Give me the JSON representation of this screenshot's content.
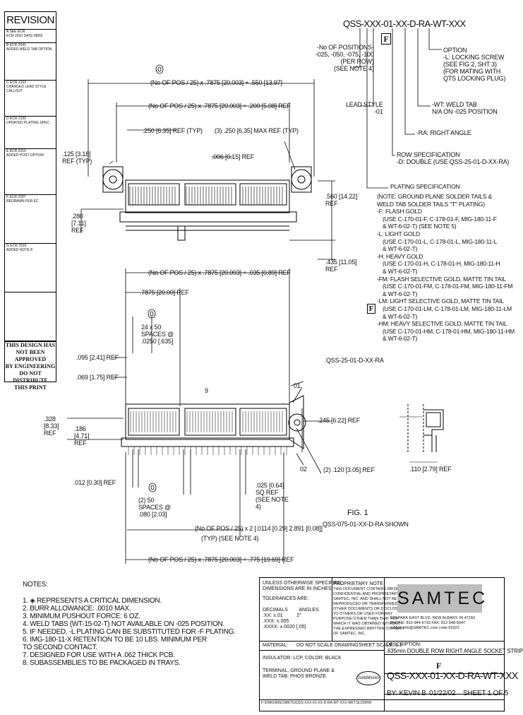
{
  "revision": {
    "title": "REVISION",
    "rows": [
      "A  SEE ECR",
      "ECR 2023  DATE 08/02",
      "B  ECR 2041",
      "ADDED WELD TAB OPTION",
      "C  ECR 2103",
      "CHANGED LEAD STYLE CALLOUT",
      "D  ECR 2155",
      "UPDATED PLATING SPEC",
      "E  ECR 2210",
      "ADDED POST OPTION",
      "F  ECR 2287",
      "REDRAWN PER EC",
      "G  ECR 2310",
      "ADDED NOTE 8"
    ],
    "disclaimer": [
      "THIS DESIGN HAS",
      "NOT BEEN APPROVED",
      "BY ENGINEERING",
      "DO NOT DISTRIBUTE",
      "THIS PRINT"
    ]
  },
  "part_number": {
    "code": "QSS-XXX-01-XX-D-RA-WT-XXX",
    "rev_flag": "F",
    "positions_label": [
      "-No OF POSITIONS-",
      "-025, -050, -075, -100",
      "(PER ROW)",
      "(SEE NOTE 4)"
    ],
    "lead_style": [
      "LEAD STYLE",
      "-01"
    ],
    "option": [
      "OPTION",
      "-L: LOCKING SCREW",
      "(SEE FIG 2, SHT 3)",
      "(FOR MATING WITH",
      "QTS LOCKING PLUG)"
    ],
    "wt": [
      "-WT: WELD TAB",
      "N/A ON -025 POSITION"
    ],
    "ra": [
      "-RA: RIGHT ANGLE"
    ],
    "row_spec": [
      "ROW SPECIFICATION",
      "-D: DOUBLE (USE QSS-25-01-D-XX-RA)"
    ],
    "plating": [
      "PLATING SPECIFICATION",
      "(NOTE: GROUND PLANE SOLDER TAILS &",
      "WELD TAB SOLDER TAILS \"T\" PLATING)",
      "-F: FLASH GOLD",
      "(USE C-170-01-F, C-178-01-F, MIG-180-11-F",
      "& WT-6-02-T) (SEE NOTE 5)",
      "-L: LIGHT GOLD",
      "(USE C-170-01-L, C-178-01-L, MIG-180-11-L",
      "& WT-6-02-T)",
      "-H: HEAVY GOLD",
      "(USE C-170-01-H, C-178-01-H, MIG-180-11-H",
      "& WT-6-02-T)",
      "-FM: FLASH SELECTIVE GOLD, MATTE TIN TAIL",
      "(USE C-170-01-FM, C-178-01-FM, MIG-180-11-FM",
      "& WT-6-02-T)",
      "-LM: LIGHT SELECTIVE GOLD, MATTE TIN TAIL",
      "(USE C-170-01-LM, C-178-01-LM, MIG-180-11-LM",
      "& WT-6-02-T)",
      "-HM: HEAVY SELECTIVE GOLD, MATTE TIN TAIL",
      "(USE C-170-01-HM, C-178-01-HM, MIG-180-11-HM",
      "& WT-6-02-T)"
    ]
  },
  "dims_top": {
    "d1": "(No OF POS / 25) x .7875 [20.003] + .550 [13.97]",
    "d2": "(No OF POS / 25) x .7875 [20.003] + .200 [5.08] REF",
    "d3": ".250 [6.35] REF (TYP)",
    "d4": "(3) .250 [6.35] MAX REF (TYP)",
    "d5": ".125 [3.18] REF (TYP)",
    "d6": ".006 [0.15] REF",
    "d7": ".280 [7.11] REF",
    "d8": ".560 [14.22] REF",
    "d9": ".435 [11.05] REF"
  },
  "dims_mid": {
    "d1": "(No OF POS / 25) x .7875 [20.003] + .035 [0.89] REF",
    "d2": ".7875 [20.00] REF",
    "d3": "24 x 50 SPACES @ .0250 [.635]",
    "d4": ".095 [2.41] REF",
    "d5": ".069 [1.75] REF",
    "d6": ".328 [8.33] REF",
    "d7": ".186 [4.71] REF",
    "d8": ".245 [6.22] REF",
    "d9": "(2) .120 [3.05] REF",
    "d10": ".110 [2.79] REF",
    "d11": ".012 [0.30] REF",
    "d12": ".025 [0.64] SQ REF (SEE NOTE 4)",
    "d13": "(2) 50 SPACES @ .080 [2.03]",
    "d14": "(No OF POS / 25) x 2 [.0114 [0.29] 2.891 [0.08]]",
    "d15": "(TYP) (SEE NOTE 4)",
    "d16": "(No OF POS / 25) x .7875 [20.003] + .775 [19.69] REF",
    "callout": "QSS-25-01-D-XX-RA",
    "fig": "FIG. 1",
    "fig_sub": "QSS-075-01-XX-D-RA SHOWN",
    "label_1": "01",
    "label_2": "02",
    "label_9": "9"
  },
  "notes": {
    "title": "NOTES:",
    "items": [
      "1.  ◈ REPRESENTS A CRITICAL DIMENSION.",
      "2.  BURR ALLOWANCE: .0010 MAX.",
      "3.  MINIMUM PUSHOUT FORCE: 6 OZ.",
      "4.  WELD TABS (WT-15-02-T) NOT AVAILABLE ON -025 POSITION.",
      "5.  IF NEEDED, -L PLATING CAN BE SUBSTITUTED FOR -F PLATING.",
      "6.  IMG-180-11-X RETENTION TO BE 10 LBS. MINIMUM PER",
      "     TO SECOND CONTACT.",
      "7.  DESIGNED FOR USE WITH A .062 THICK PCB.",
      "8.  SUBASSEMBLIES TO BE PACKAGED IN TRAYS."
    ]
  },
  "titleblock": {
    "unless": [
      "UNLESS OTHERWISE SPECIFIED,",
      "DIMENSIONS ARE IN INCHES.",
      "TOLERANCES ARE:"
    ],
    "decimals": [
      "DECIMALS",
      "ANGLES",
      ".XX: ±.01",
      ".XXX: ±.005",
      ".XXXX: ±.0020 [.05]",
      "2°"
    ],
    "proprietary": [
      "PROPRIETARY NOTE",
      "THIS DOCUMENT CONTAINS INFORMATION",
      "CONFIDENTIAL AND PROPRIETARY TO",
      "SAMTEC, INC. AND SHALL NOT BE",
      "REPRODUCED OR TRANSFERRED TO",
      "OTHER DOCUMENTS OR DISCLOSED",
      "TO OTHERS OR USED FOR ANY",
      "PURPOSE OTHER THAN THAT FOR",
      "WHICH IT WAS OBTAINED WITHOUT",
      "THE EXPRESSED WRITTEN CONSENT",
      "OF SAMTEC, INC."
    ],
    "brand": "SAMTEC",
    "address": [
      "520 PARK EAST BLVD, NEW ALBANY, IN 47150",
      "PHONE: 812-944-6733  FAX: 812-948-5047",
      "e-Mail: info@SAMTEC.com  code 55322"
    ],
    "description_label": "DESCRIPTION:",
    "description": ".635mm DOUBLE ROW RIGHT ANGLE SOCKET STRIP",
    "material_label": "MATERIAL:",
    "material": [
      "INSULATOR: LCP, COLOR: BLACK",
      "TERMINAL, GROUND PLANE &",
      "WELD TAB: PHOS BRONZE"
    ],
    "scale": "DO NOT SCALE DRAWING",
    "sheet_scale": "SHEET SCALE: 1:1",
    "revision": "F",
    "part": "QSS-XXX-01-XX-D-RA-WT-XXX",
    "by": "BY: KEVIN B",
    "date": "01/22/02",
    "sheet": "SHEET 1 OF 5",
    "footer": "F:\\DWG\\MISC\\MKTG\\QSS-XXX-01-XX-D-RA-WT-XXX-MKT.SLDDRW",
    "solidworks": "SolidWorks"
  }
}
